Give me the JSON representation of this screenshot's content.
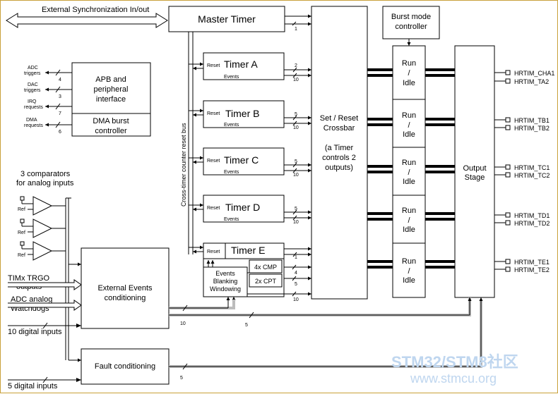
{
  "header": {
    "ext_sync": "External Synchronization In/out"
  },
  "master_timer": {
    "label": "Master Timer"
  },
  "burst_mode": {
    "line1": "Burst mode",
    "line2": "controller"
  },
  "apb": {
    "line1": "APB and",
    "line2": "peripheral",
    "line3": "interface"
  },
  "dma_burst": {
    "line1": "DMA burst",
    "line2": "controller"
  },
  "left_signals": [
    {
      "line1": "ADC",
      "line2": "triggers",
      "count": "4"
    },
    {
      "line1": "DAC",
      "line2": "triggers",
      "count": "3"
    },
    {
      "line1": "IRQ",
      "line2": "requests",
      "count": "7"
    },
    {
      "line1": "DMA",
      "line2": "requests",
      "count": "6"
    }
  ],
  "timers": [
    {
      "name": "Timer A",
      "reset": "Reset",
      "events": "Events",
      "o1": "2",
      "o2": "10"
    },
    {
      "name": "Timer B",
      "reset": "Reset",
      "events": "Events",
      "o1": "5",
      "o2": "10"
    },
    {
      "name": "Timer C",
      "reset": "Reset",
      "events": "Events",
      "o1": "5",
      "o2": "10"
    },
    {
      "name": "Timer D",
      "reset": "Reset",
      "events": "Events",
      "o1": "5",
      "o2": "10"
    },
    {
      "name": "Timer E",
      "reset": "Reset",
      "events": "",
      "o1": "1",
      "o2": "4"
    }
  ],
  "master_out": "1",
  "cross_bus": "Cross-timer counter reset bus",
  "events_blanking": {
    "line1": "Events",
    "line2": "Blanking",
    "line3": "Windowing"
  },
  "cmp": "4x CMP",
  "cpt": "2x CPT",
  "bus_counts": {
    "cmp": "4",
    "cpt": "5",
    "ebw": "10"
  },
  "crossbar": {
    "line1": "Set / Reset",
    "line2": "Crossbar",
    "line3": "(a Timer",
    "line4": "controls 2",
    "line5": "outputs)"
  },
  "run_idle": {
    "l1": "Run",
    "l2": "/",
    "l3": "Idle"
  },
  "output_stage": {
    "line1": "Output",
    "line2": "Stage"
  },
  "outputs": [
    [
      "HRTIM_CHA1",
      "HRTIM_TA2"
    ],
    [
      "HRTIM_TB1",
      "HRTIM_TB2"
    ],
    [
      "HRTIM_TC1",
      "HRTIM_TC2"
    ],
    [
      "HRTIM_TD1",
      "HRTIM_TD2"
    ],
    [
      "HRTIM_TE1",
      "HRTIM_TE2"
    ]
  ],
  "comparators": {
    "line1": "3 comparators",
    "line2": "for analog inputs",
    "ref": "Ref"
  },
  "inputs": {
    "trgo1": "TIMx TRGO",
    "trgo2": "outputs",
    "adc1": "ADC analog",
    "adc2": "Watchdogs",
    "digital10": "10 digital  inputs",
    "digital5": "5 digital inputs"
  },
  "ext_events": {
    "line1": "External Events",
    "line2": "conditioning"
  },
  "fault": {
    "label": "Fault conditioning"
  },
  "bottom_counts": {
    "ee10": "10",
    "ee5": "5",
    "fault5": "5"
  },
  "watermark": {
    "line1": "STM32/STM8社区",
    "line2": "www.stmcu.org"
  }
}
